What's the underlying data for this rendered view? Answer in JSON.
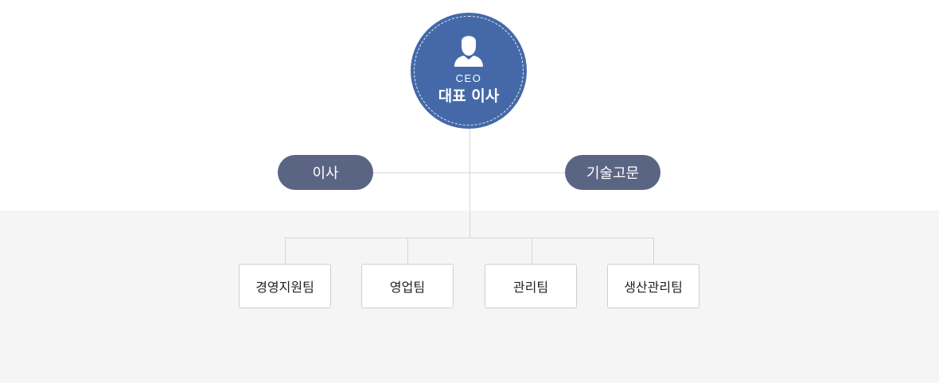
{
  "ceo": {
    "subtitle": "CEO",
    "title": "대표 이사",
    "icon": "user-icon",
    "color": "#4569a8"
  },
  "advisors": [
    {
      "label": "이사"
    },
    {
      "label": "기술고문"
    }
  ],
  "teams": [
    {
      "label": "경영지원팀"
    },
    {
      "label": "영업팀"
    },
    {
      "label": "관리팀"
    },
    {
      "label": "생산관리팀"
    }
  ],
  "colors": {
    "ceo_fill": "#4569a8",
    "pill_fill": "#5a6584",
    "band": "#f5f5f5",
    "connector": "#d6d6d6"
  }
}
